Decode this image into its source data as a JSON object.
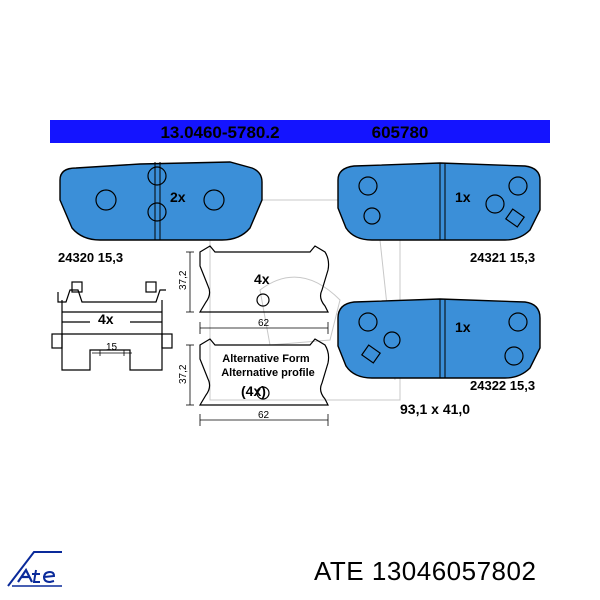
{
  "header": {
    "article_number": "13.0460-5780.2",
    "ref_number": "605780"
  },
  "pads": [
    {
      "qty": "2x",
      "caption": "24320 15,3"
    },
    {
      "qty": "1x",
      "caption": "24321 15,3"
    },
    {
      "qty": "1x",
      "caption": "24322 15,3"
    }
  ],
  "plate_top": {
    "qty": "4x",
    "dim_height": "37,2",
    "dim_width": "62"
  },
  "plate_alt": {
    "line1": "Alternative Form",
    "line2": "Alternative profile",
    "qty": "(4x)",
    "dim_height": "37,2",
    "dim_width": "62"
  },
  "clip": {
    "qty": "4x",
    "dim": "15"
  },
  "dimensions": "93,1 x 41,0",
  "footer": {
    "brand": "ATE",
    "part_number": "13046057802"
  },
  "colors": {
    "banner": "#1414ff",
    "pad_fill": "#3b8fd8",
    "line": "#000000"
  },
  "logo_icon": "ate-logo-icon"
}
